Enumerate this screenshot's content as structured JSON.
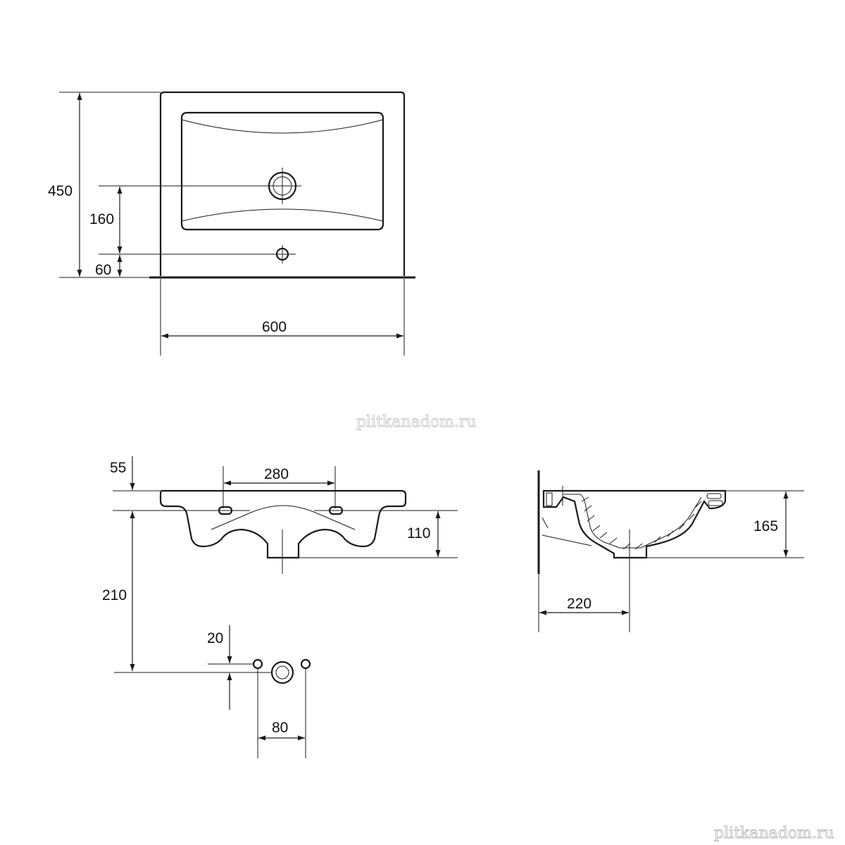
{
  "dimensions": {
    "top_depth": "450",
    "top_drain_offset": "160",
    "top_tap_offset": "60",
    "top_width": "600",
    "front_rim": "55",
    "front_hole_spacing": "280",
    "front_bowl_height": "110",
    "front_mount_height": "210",
    "detail_vertical": "20",
    "detail_spacing": "80",
    "side_height": "165",
    "side_drain_offset": "220"
  },
  "watermarks": {
    "center": "plitkanadom.ru",
    "corner": "plitkanadom.ru"
  }
}
